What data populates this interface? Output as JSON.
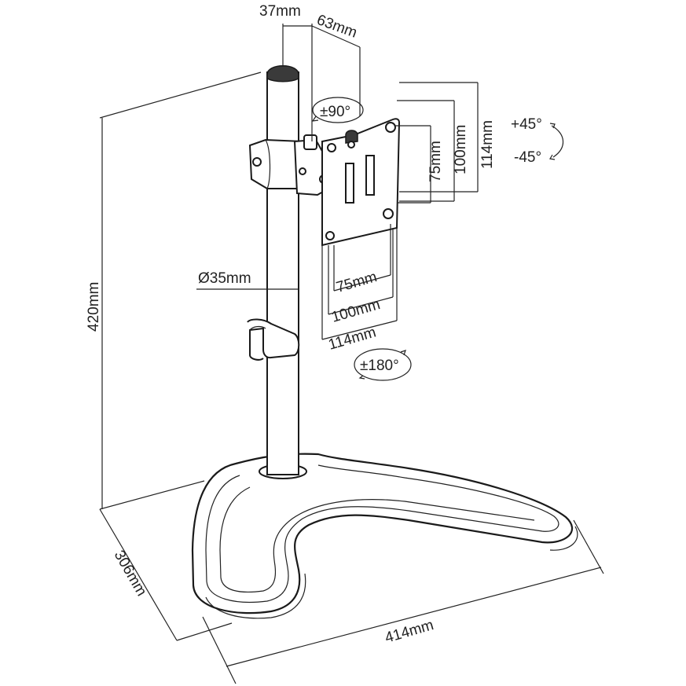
{
  "dimensions": {
    "pole_offset": "37mm",
    "arm_depth": "63mm",
    "tilt_range": "±90°",
    "swivel_plus": "+45°",
    "swivel_minus": "-45°",
    "vesa_v75": "75mm",
    "vesa_v100": "100mm",
    "vesa_v114": "114mm",
    "pole_diameter": "Ø35mm",
    "vesa_h75": "75mm",
    "vesa_h100": "100mm",
    "vesa_h114": "114mm",
    "rotation": "±180°",
    "height": "420mm",
    "base_depth": "306mm",
    "base_width": "414mm"
  }
}
